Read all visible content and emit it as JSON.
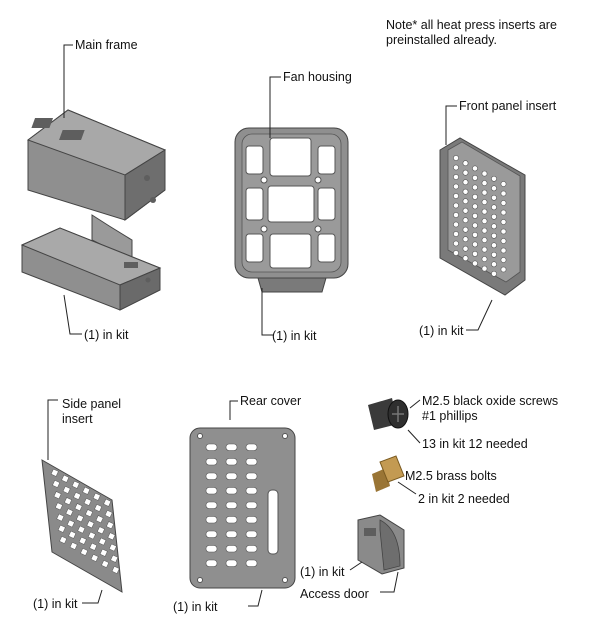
{
  "note": "Note* all heat press inserts are\npreinstalled already.",
  "parts": {
    "main_frame": {
      "name": "Main frame",
      "qty": "(1) in kit"
    },
    "fan_housing": {
      "name": "Fan housing",
      "qty": "(1) in kit"
    },
    "front_panel_insert": {
      "name": "Front panel insert",
      "qty": "(1) in kit"
    },
    "side_panel_insert": {
      "name": "Side panel\ninsert",
      "qty": "(1) in kit"
    },
    "rear_cover": {
      "name": "Rear cover",
      "qty": "(1) in kit"
    },
    "screws": {
      "name": "M2.5 black oxide screws\n#1 phillips",
      "qty": "13 in kit 12 needed"
    },
    "bolts": {
      "name": "M2.5 brass bolts",
      "qty": "2 in kit 2 needed"
    },
    "access_door": {
      "name": "Access door",
      "qty": "(1) in kit"
    }
  },
  "colors": {
    "part_fill": "#8f8f8f",
    "part_dark": "#5e5e5e",
    "part_light": "#b4b4b4",
    "screw": "#3a3a3a",
    "brass": "#b58a45",
    "leader": "#222222"
  }
}
